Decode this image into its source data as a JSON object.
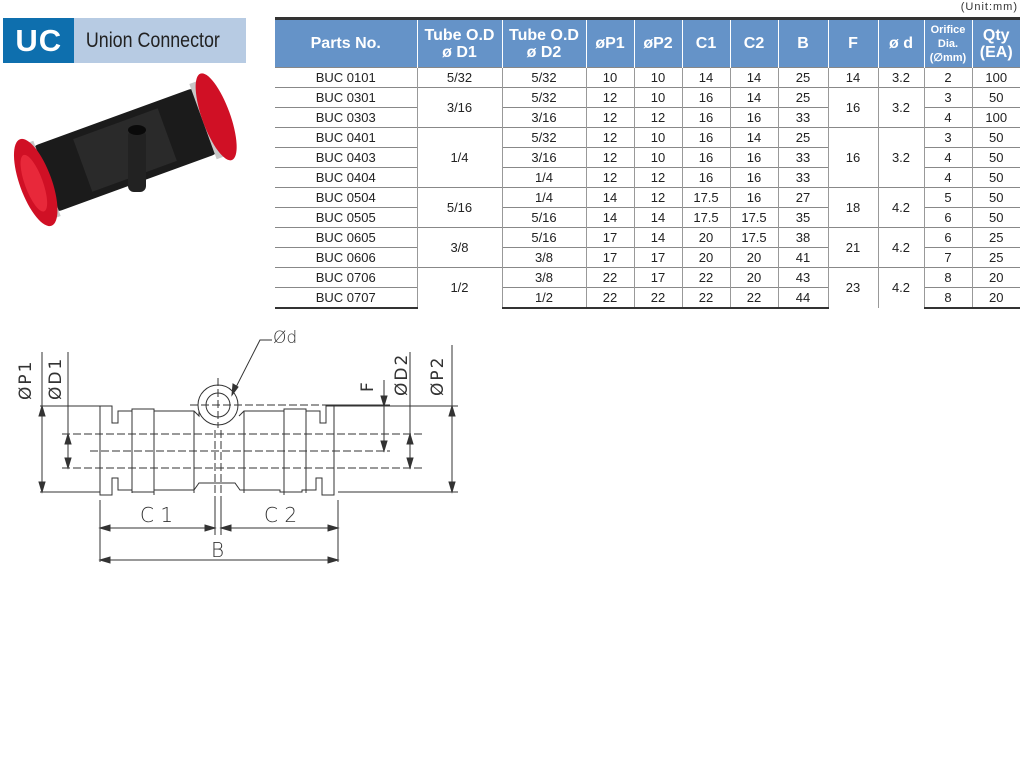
{
  "title": {
    "code": "UC",
    "name": "Union Connector"
  },
  "unit": "(Unit:mm)",
  "table": {
    "headers": [
      [
        "Parts No.",
        ""
      ],
      [
        "Tube O.D",
        "ø D1"
      ],
      [
        "Tube O.D",
        "ø D2"
      ],
      [
        "øP1",
        ""
      ],
      [
        "øP2",
        ""
      ],
      [
        "C1",
        ""
      ],
      [
        "C2",
        ""
      ],
      [
        "B",
        ""
      ],
      [
        "F",
        ""
      ],
      [
        "ø d",
        ""
      ],
      [
        "Orifice Dia.",
        "(∅mm)"
      ],
      [
        "Qty",
        "(EA)"
      ]
    ],
    "rows": [
      [
        "BUC 0101",
        "5/32",
        "5/32",
        "10",
        "10",
        "14",
        "14",
        "25",
        "14",
        "3.2",
        "2",
        "100"
      ],
      [
        "BUC 0301",
        "3/16",
        "5/32",
        "12",
        "10",
        "16",
        "14",
        "25",
        "16",
        "3.2",
        "3",
        "50"
      ],
      [
        "BUC 0303",
        "",
        "3/16",
        "12",
        "12",
        "16",
        "16",
        "33",
        "",
        "",
        "4",
        "100"
      ],
      [
        "BUC 0401",
        "1/4",
        "5/32",
        "12",
        "10",
        "16",
        "14",
        "25",
        "16",
        "3.2",
        "3",
        "50"
      ],
      [
        "BUC 0403",
        "",
        "3/16",
        "12",
        "10",
        "16",
        "16",
        "33",
        "",
        "",
        "4",
        "50"
      ],
      [
        "BUC 0404",
        "",
        "1/4",
        "12",
        "12",
        "16",
        "16",
        "33",
        "",
        "",
        "4",
        "50"
      ],
      [
        "BUC 0504",
        "5/16",
        "1/4",
        "14",
        "12",
        "17.5",
        "16",
        "27",
        "18",
        "4.2",
        "5",
        "50"
      ],
      [
        "BUC 0505",
        "",
        "5/16",
        "14",
        "14",
        "17.5",
        "17.5",
        "35",
        "",
        "",
        "6",
        "50"
      ],
      [
        "BUC 0605",
        "3/8",
        "5/16",
        "17",
        "14",
        "20",
        "17.5",
        "38",
        "21",
        "4.2",
        "6",
        "25"
      ],
      [
        "BUC 0606",
        "",
        "3/8",
        "17",
        "17",
        "20",
        "20",
        "41",
        "",
        "",
        "7",
        "25"
      ],
      [
        "BUC 0706",
        "1/2",
        "3/8",
        "22",
        "17",
        "22",
        "20",
        "43",
        "23",
        "4.2",
        "8",
        "20"
      ],
      [
        "BUC 0707",
        "",
        "1/2",
        "22",
        "22",
        "22",
        "22",
        "44",
        "",
        "",
        "8",
        "20"
      ]
    ],
    "groups": [
      1,
      2,
      3,
      2,
      2,
      2
    ]
  },
  "drawing": {
    "od": "Ød",
    "p1": "ØP1",
    "d1": "ØD1",
    "d2": "ØD2",
    "p2": "ØP2",
    "f": "F",
    "c1": "C 1",
    "c2": "C 2",
    "b": "B"
  }
}
